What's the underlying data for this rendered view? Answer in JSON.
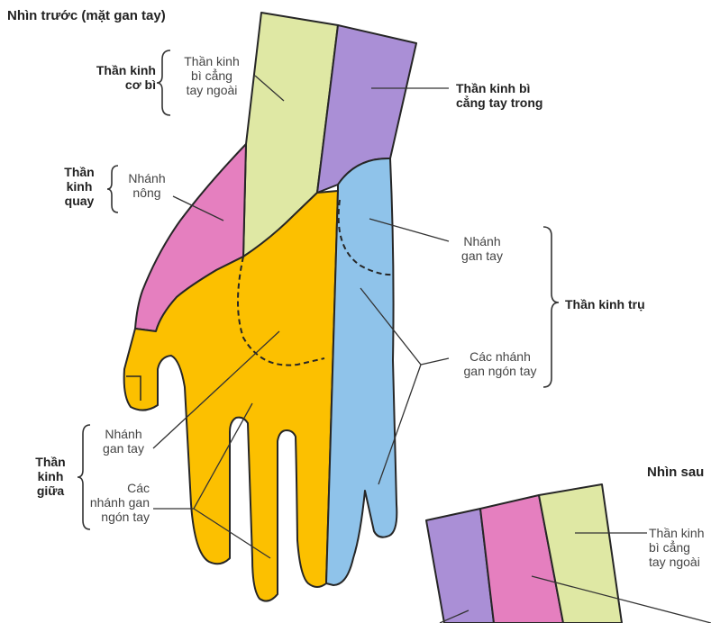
{
  "front_view": {
    "title": "Nhìn trước (mặt gan tay)",
    "musculocutaneous": {
      "group": [
        "Thần kinh",
        "cơ bì"
      ],
      "branch": [
        "Thần kinh",
        "bì cẳng",
        "tay ngoài"
      ]
    },
    "radial": {
      "group": [
        "Thần",
        "kinh",
        "quay"
      ],
      "branch": [
        "Nhánh",
        "nông"
      ]
    },
    "medial_cutaneous": [
      "Thần kinh bì",
      "cẳng tay trong"
    ],
    "ulnar": {
      "group": "Thần kinh trụ",
      "palmar_branch": [
        "Nhánh",
        "gan tay"
      ],
      "digital_branches": [
        "Các nhánh",
        "gan ngón tay"
      ]
    },
    "median": {
      "group": [
        "Thần",
        "kinh",
        "giữa"
      ],
      "palmar_branch": [
        "Nhánh",
        "gan tay"
      ],
      "digital_branches": [
        "Các",
        "nhánh gan",
        "ngón tay"
      ]
    }
  },
  "back_view": {
    "title": "Nhìn sau",
    "lateral_cutaneous": [
      "Thần kinh",
      "bì cẳng",
      "tay ngoài"
    ]
  },
  "colors": {
    "musculocutaneous": "#dfe8a4",
    "medial_cutaneous": "#aa8fd6",
    "radial": "#e57fbf",
    "median": "#fcc000",
    "ulnar": "#8fc3ea",
    "outline": "#262626"
  }
}
